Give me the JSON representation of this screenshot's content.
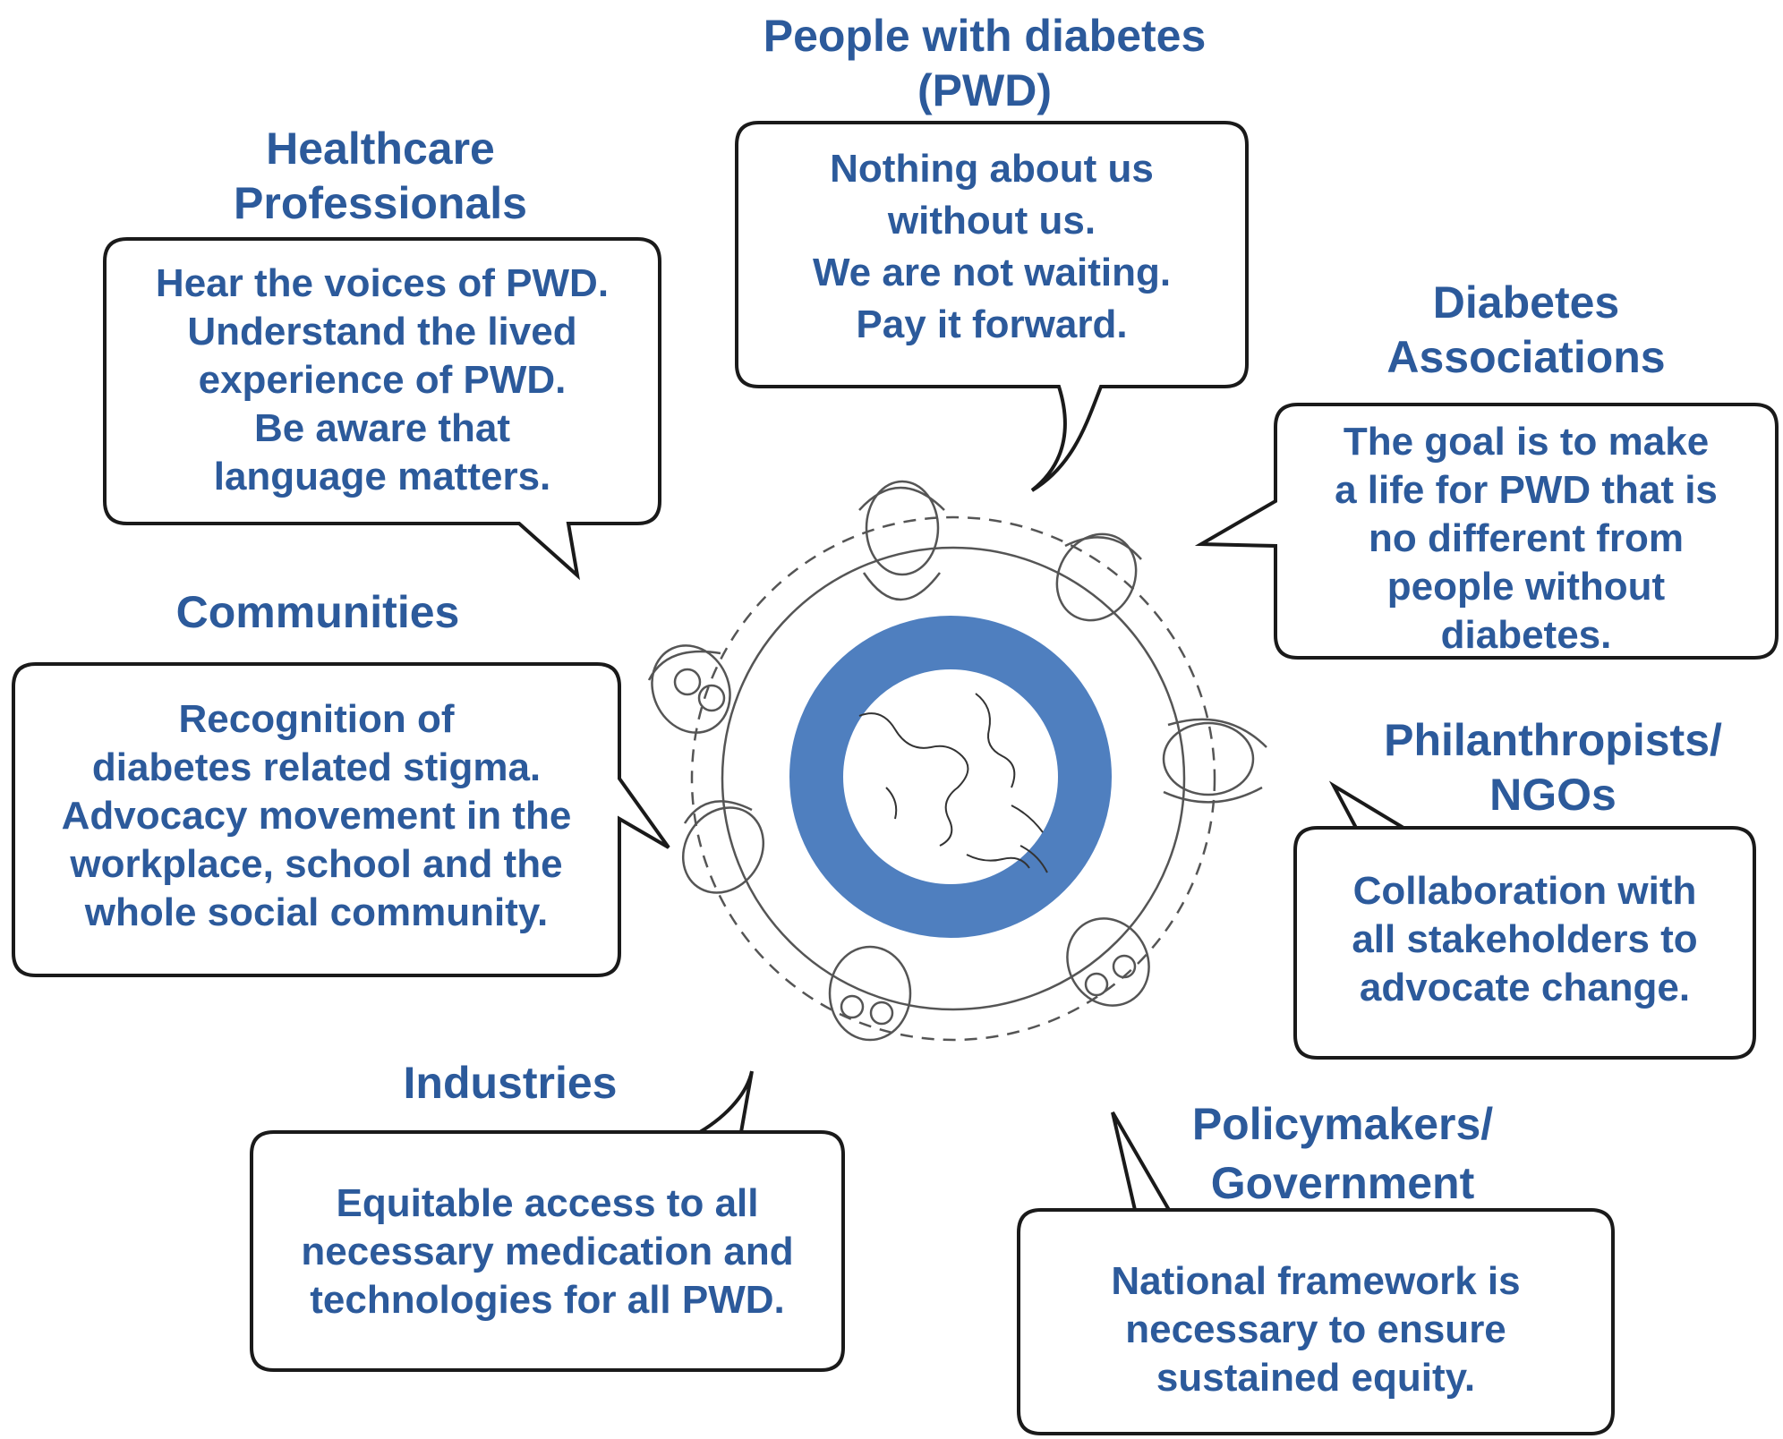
{
  "stakeholders": {
    "pwd": {
      "heading": "People with diabetes\n(PWD)",
      "message": "Nothing about us\nwithout us.\nWe are not waiting.\nPay it forward."
    },
    "healthcare": {
      "heading": "Healthcare\nProfessionals",
      "message": "Hear the voices of PWD.\nUnderstand the lived\nexperience of PWD.\nBe aware that\nlanguage matters."
    },
    "associations": {
      "heading": "Diabetes\nAssociations",
      "message": "The goal is to make\na life for PWD that is\nno different from\npeople without\ndiabetes."
    },
    "communities": {
      "heading": "Communities",
      "message": "Recognition of\ndiabetes related stigma.\nAdvocacy movement in the\nworkplace, school and the\nwhole social community."
    },
    "philanthropists": {
      "heading": "Philanthropists/\nNGOs",
      "message": "Collaboration with\nall stakeholders to\nadvocate change."
    },
    "industries": {
      "heading": "Industries",
      "message": "Equitable access to all\nnecessary medication and\ntechnologies for all PWD."
    },
    "policymakers": {
      "heading": "Policymakers/\nGovernment",
      "message": "National framework is\nnecessary to ensure\nsustained equity."
    }
  },
  "colors": {
    "text": "#2c5a9b",
    "ring": "#4f7fbf",
    "outline": "#1a1a1a",
    "sketch": "#555555"
  },
  "icons": {
    "center": "blue-circle-globe-icon",
    "people": "people-ring-sketch-icon"
  }
}
